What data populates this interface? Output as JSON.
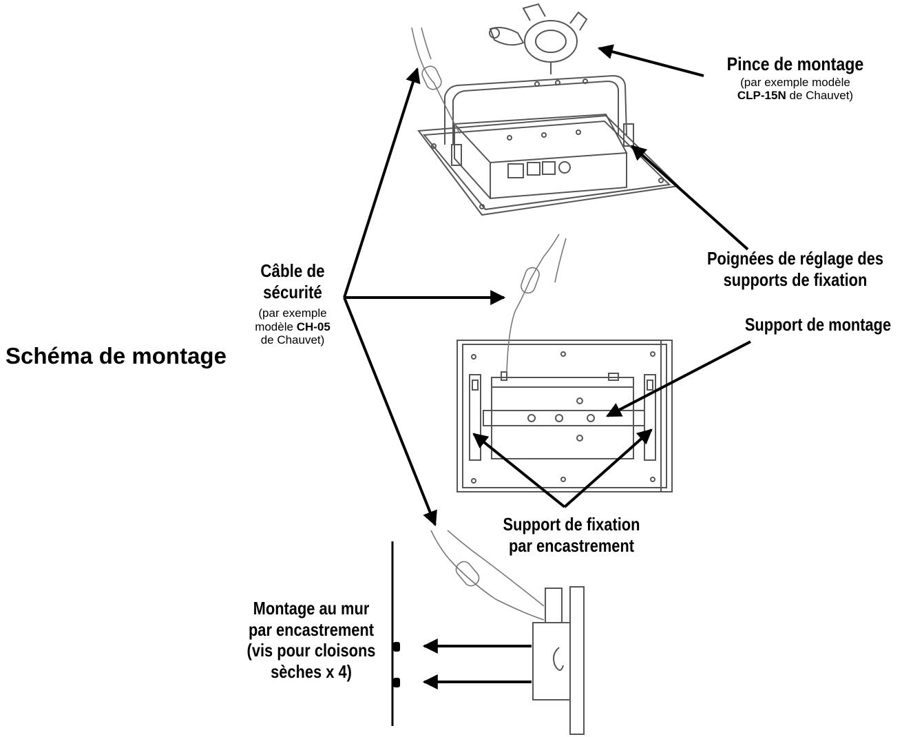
{
  "diagram_title": "Schéma de montage",
  "labels": {
    "pince": {
      "title": "Pince de montage",
      "note_prefix": "(par exemple modèle",
      "model": "CLP-15N",
      "note_suffix": "de Chauvet)"
    },
    "poignees": {
      "line1": "Poignées de réglage des",
      "line2": "supports de fixation"
    },
    "cable": {
      "line1": "Câble de",
      "line2": "sécurité",
      "note_line1": "(par exemple",
      "note_prefix": "modèle",
      "model": "CH-05",
      "note_suffix": "de Chauvet)"
    },
    "support_montage": "Support de montage",
    "support_fixation": {
      "line1": "Support de fixation",
      "line2": "par encastrement"
    },
    "mur": {
      "line1": "Montage au mur",
      "line2": "par encastrement",
      "line3": "(vis pour cloisons",
      "line4": "sèches x 4)"
    }
  },
  "colors": {
    "ink": "#000000",
    "device_line": "#555555",
    "paper": "#ffffff"
  }
}
